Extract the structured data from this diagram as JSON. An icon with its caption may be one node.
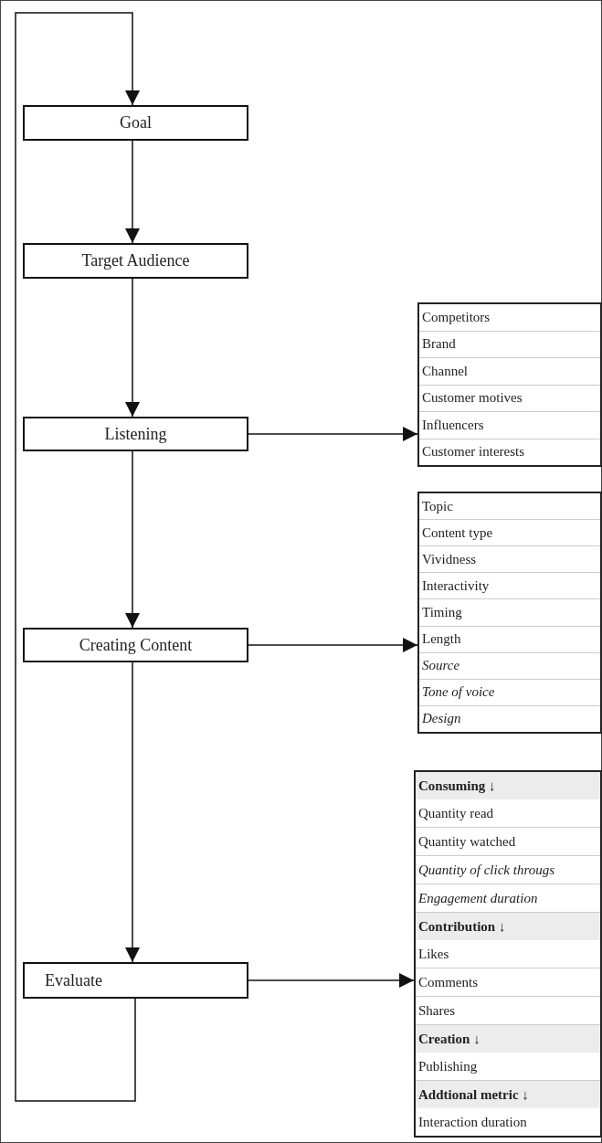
{
  "diagram": {
    "nodes": [
      {
        "text": [
          "Goal"
        ]
      },
      {
        "text": [
          "Target Audience"
        ]
      },
      {
        "text": [
          "Listening"
        ]
      },
      {
        "text": [
          "Creating Content"
        ]
      },
      {
        "text": [
          "Evaluate"
        ]
      },
      {
        "text": [
          "Competitors",
          "Brand",
          "Channel",
          "Customer motives",
          "Influencers",
          "Customer interests"
        ]
      },
      {
        "text": [
          "Topic",
          "Content type",
          "Vividness",
          "Interactivity",
          "Timing",
          "Length",
          "*Source*",
          "*Tone of voice*",
          "*Design*"
        ]
      },
      {
        "text": [
          "**Consuming ↓**",
          "Quantity read",
          "Quantity watched",
          "*Quantity of click througs*",
          "*Engagement duration*",
          "**Contribution ↓**",
          "Likes",
          "Comments",
          "Shares",
          "**Creation ↓**",
          "Publishing",
          "**Addtional metric ↓**",
          "Interaction duration"
        ]
      }
    ],
    "edges": [
      {
        "from": 0,
        "to": 1,
        "arrow": "to"
      },
      {
        "from": 1,
        "to": 2,
        "arrow": "to"
      },
      {
        "from": 2,
        "to": 3,
        "arrow": "to"
      },
      {
        "from": 3,
        "to": 4,
        "arrow": "to"
      },
      {
        "from": 4,
        "to": 0,
        "arrow": "to"
      },
      {
        "from": 2,
        "to": 5,
        "arrow": "to"
      },
      {
        "from": 3,
        "to": 6,
        "arrow": "to"
      },
      {
        "from": 4,
        "to": 7,
        "arrow": "to"
      }
    ]
  }
}
